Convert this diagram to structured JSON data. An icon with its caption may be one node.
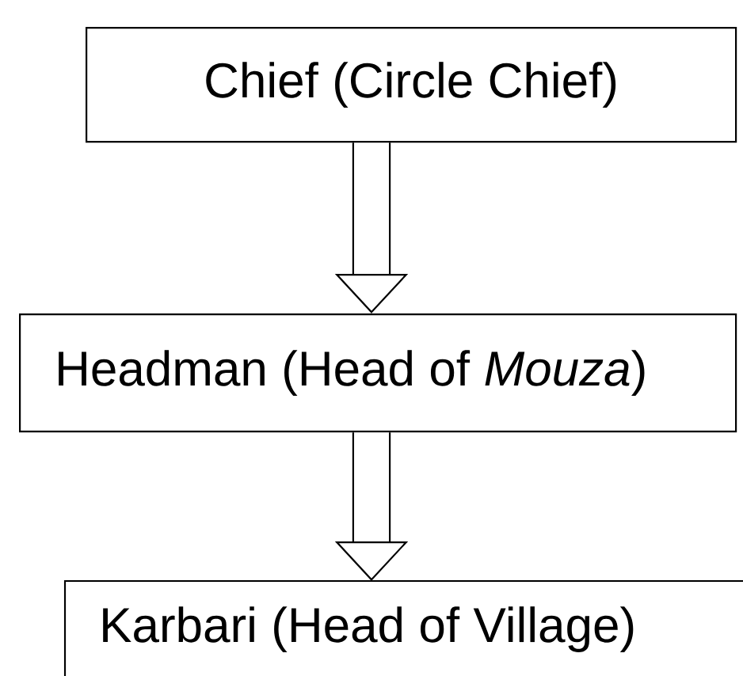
{
  "diagram": {
    "nodes": [
      {
        "text": [
          "Chief (Circle Chief)"
        ]
      },
      {
        "text": [
          "Headman (Head of *Mouza*)"
        ]
      },
      {
        "text": [
          "Karbari (Head of Village)"
        ]
      }
    ],
    "edges": [
      {
        "from": 0,
        "to": 1,
        "arrow": "to"
      },
      {
        "from": 1,
        "to": 2,
        "arrow": "to"
      }
    ]
  }
}
